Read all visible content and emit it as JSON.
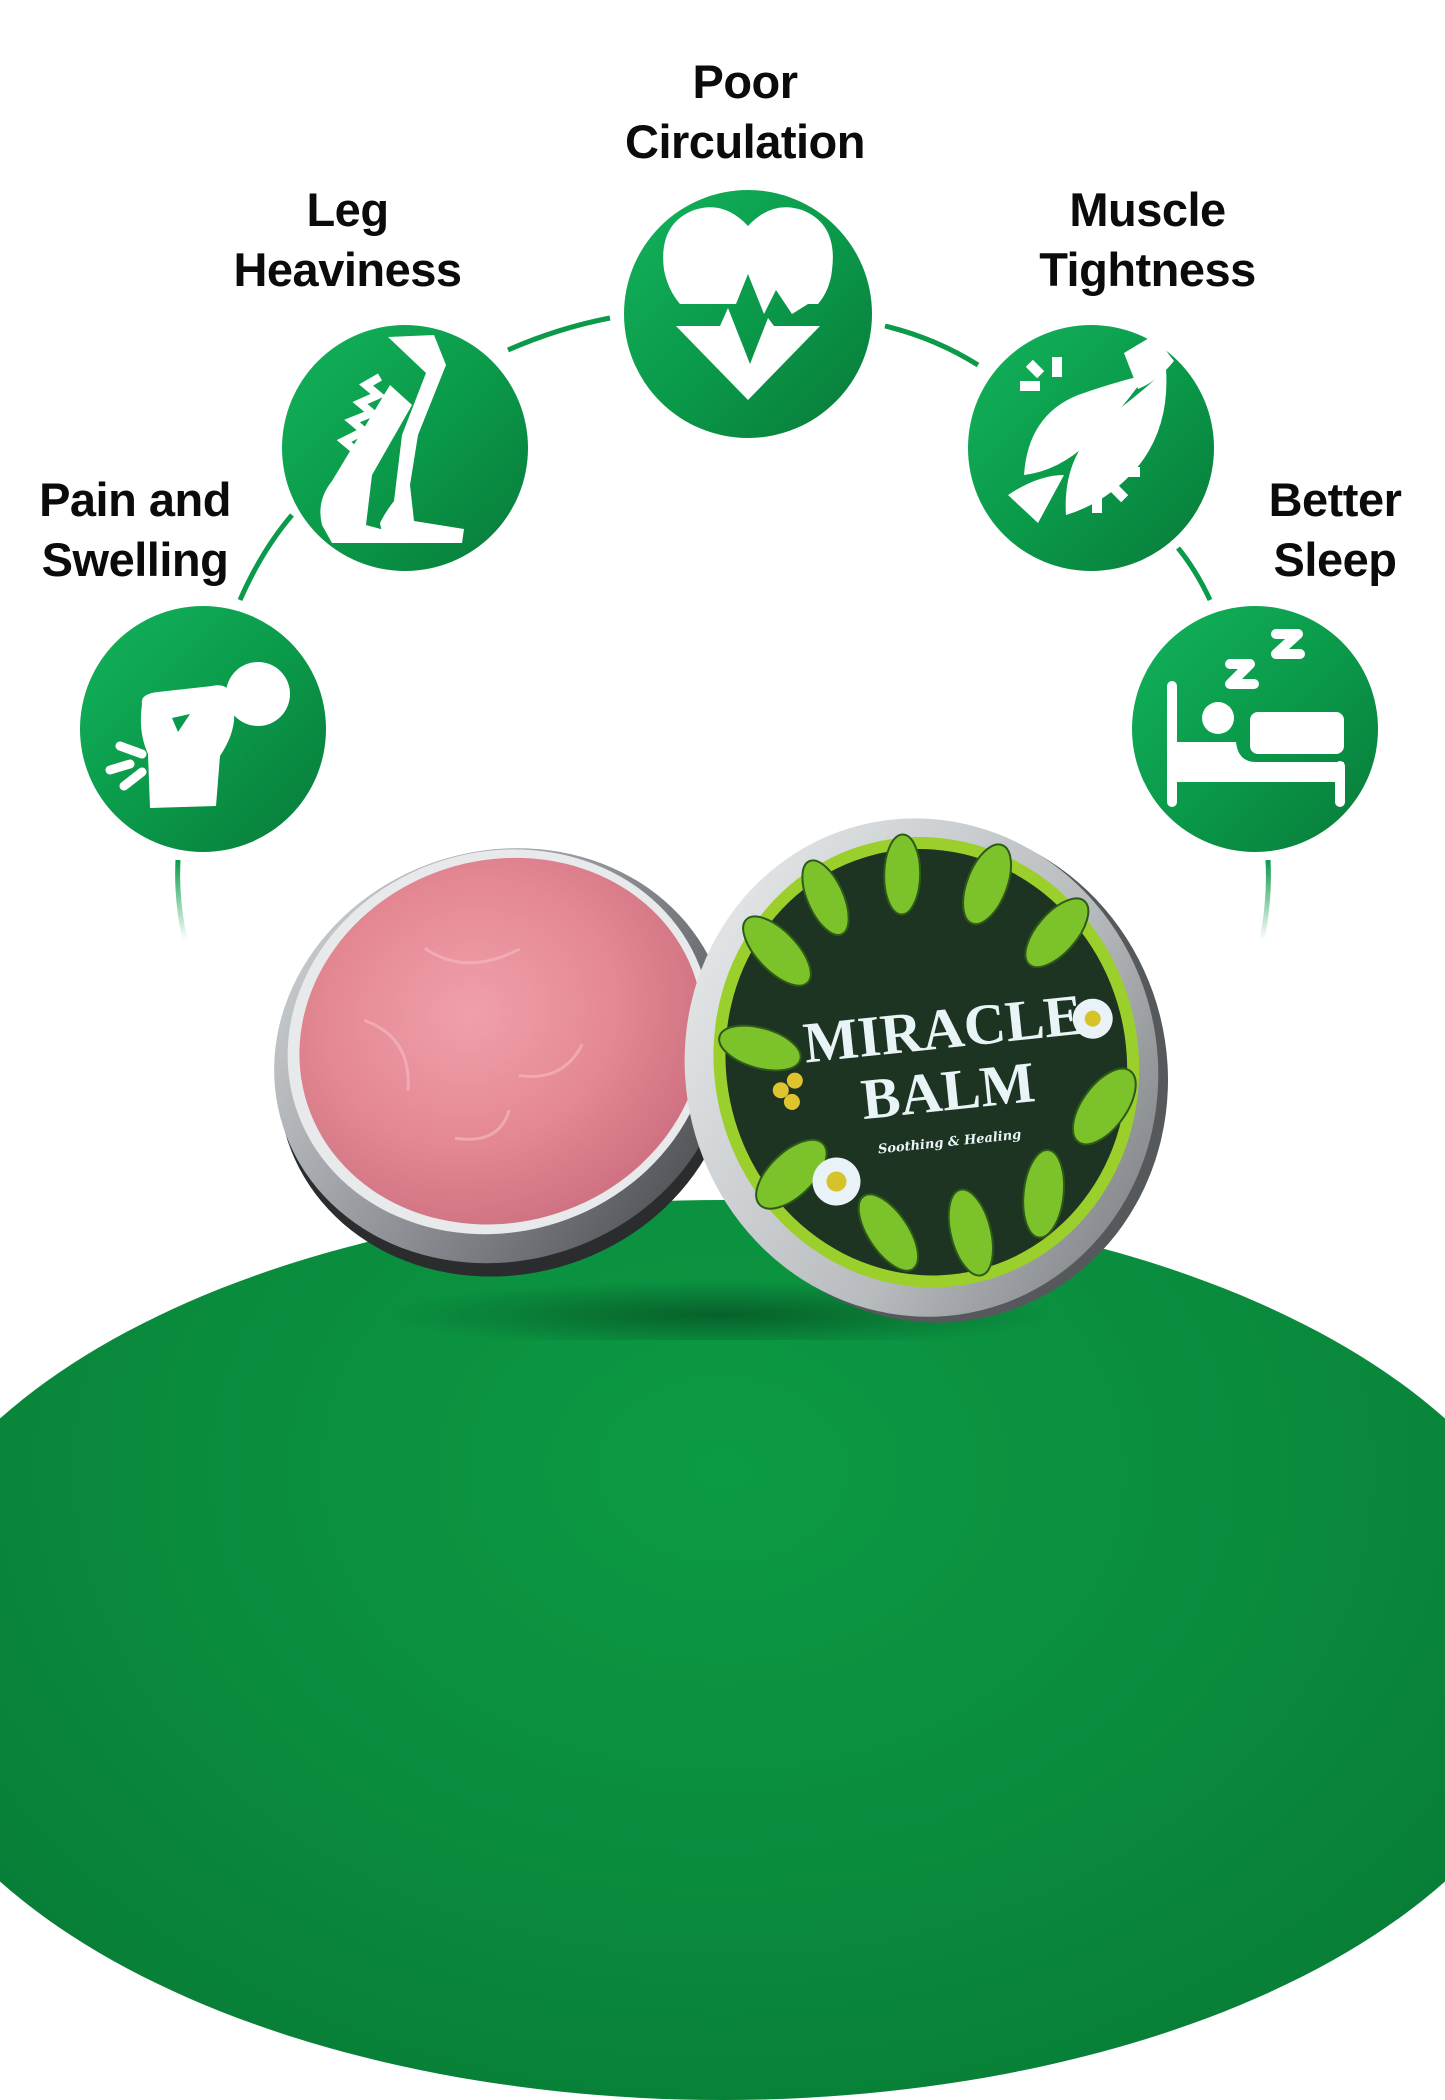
{
  "benefits": [
    {
      "id": "pain-and-swelling",
      "line1": "Pain and",
      "line2": "Swelling",
      "icon": "back-pain-icon"
    },
    {
      "id": "leg-heaviness",
      "line1": "Leg",
      "line2": "Heaviness",
      "icon": "legs-icon"
    },
    {
      "id": "poor-circulation",
      "line1": "Poor",
      "line2": "Circulation",
      "icon": "heartbeat-icon"
    },
    {
      "id": "muscle-tightness",
      "line1": "Muscle",
      "line2": "Tightness",
      "icon": "muscle-icon"
    },
    {
      "id": "better-sleep",
      "line1": "Better",
      "line2": "Sleep",
      "icon": "sleep-bed-icon"
    }
  ],
  "product": {
    "brand_line1": "MIRACLE",
    "brand_line2": "BALM",
    "tagline": "Soothing & Healing"
  },
  "colors": {
    "icon_green": "#0a9a4a",
    "ground_green": "#0a8c3d",
    "balm_pink": "#e58a95",
    "label_dark": "#1f3a24"
  }
}
